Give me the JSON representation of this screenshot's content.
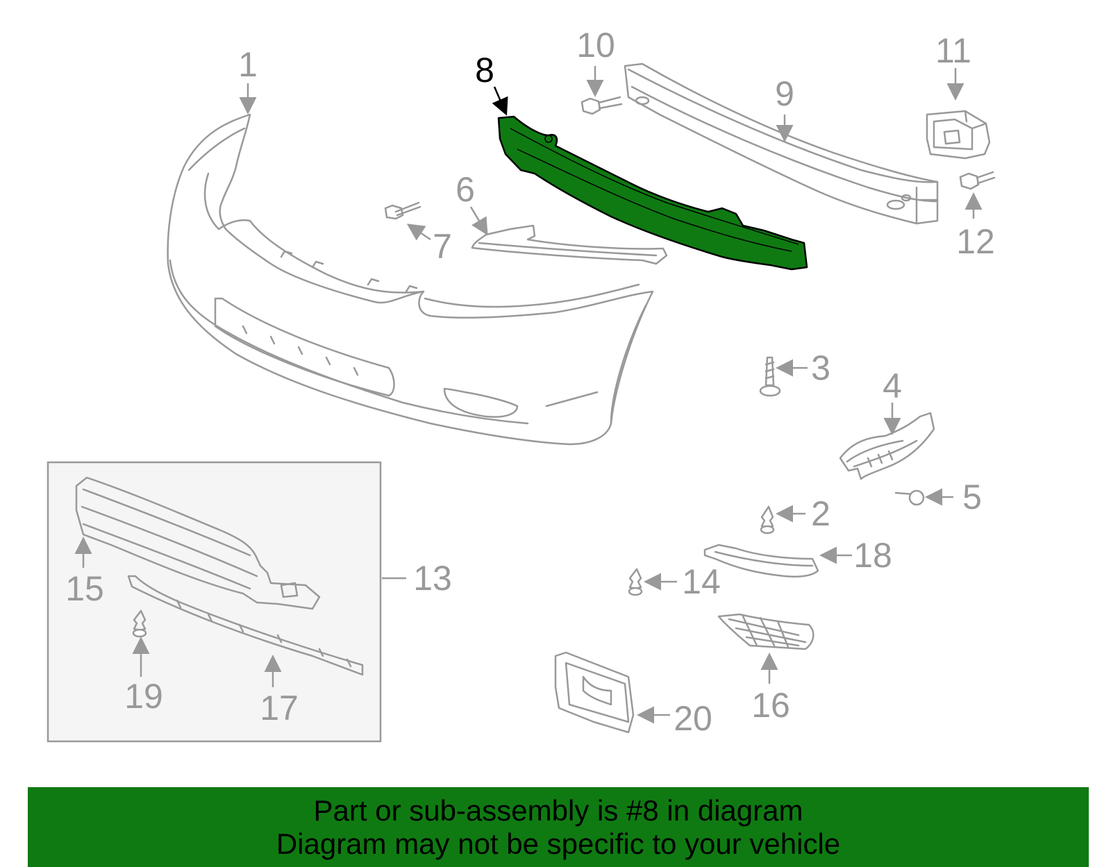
{
  "diagram": {
    "highlighted_part": "8",
    "highlight_color": "#0f7a12",
    "line_color": "#999999",
    "callouts": {
      "c1": "1",
      "c2": "2",
      "c3": "3",
      "c4": "4",
      "c5": "5",
      "c6": "6",
      "c7": "7",
      "c8": "8",
      "c9": "9",
      "c10": "10",
      "c11": "11",
      "c12": "12",
      "c13": "13",
      "c14": "14",
      "c15": "15",
      "c16": "16",
      "c17": "17",
      "c18": "18",
      "c19": "19",
      "c20": "20"
    }
  },
  "banner": {
    "line1": "Part or sub-assembly is #8 in diagram",
    "line2": "Diagram may not be specific to your vehicle",
    "background": "#0f7a12"
  }
}
